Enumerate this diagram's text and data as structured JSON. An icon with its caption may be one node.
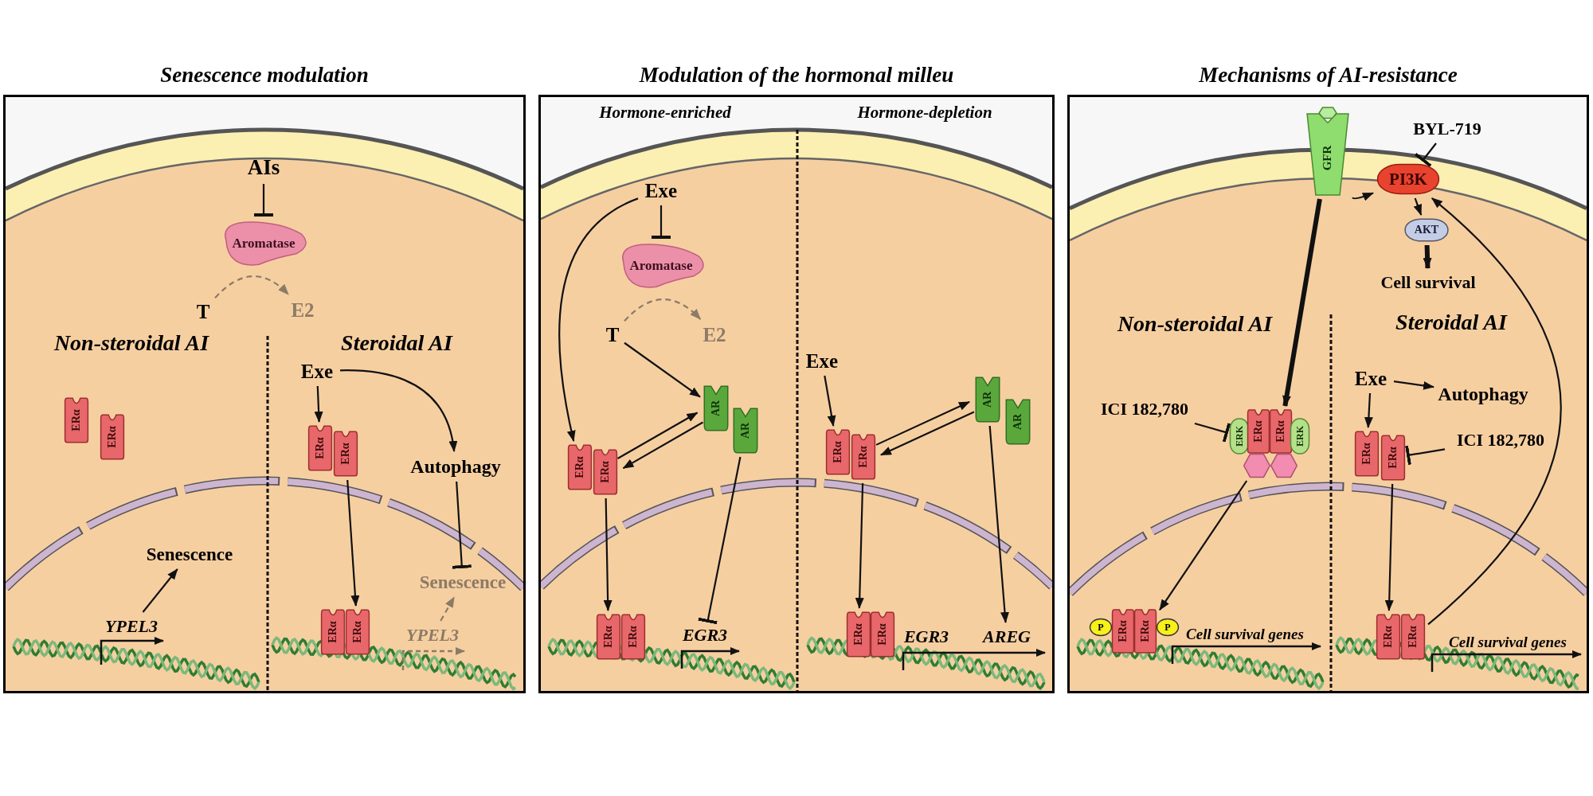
{
  "diagram": {
    "nodes": [
      {
        "text": [
          "Senescence modulation"
        ]
      },
      {
        "text": [
          "Modulation of the hormonal milleu"
        ]
      },
      {
        "text": [
          "Mechanisms of AI-resistance"
        ]
      },
      {
        "text": [
          "AIs"
        ],
        "in": 0
      },
      {
        "text": [
          "Aromatase"
        ],
        "in": 0
      },
      {
        "text": [
          "T"
        ],
        "in": 0
      },
      {
        "text": [
          "E2"
        ],
        "in": 0
      },
      {
        "text": [
          "Exe"
        ],
        "in": 0
      },
      {
        "text": [
          "ERα"
        ],
        "in": 0
      },
      {
        "text": [
          "ERα"
        ],
        "in": 0
      },
      {
        "text": [
          "ERα"
        ],
        "in": 0
      },
      {
        "text": [
          "ERα"
        ],
        "in": 0
      },
      {
        "text": [
          "Autophagy"
        ],
        "in": 0
      },
      {
        "text": [
          "Senescence"
        ],
        "in": 0
      },
      {
        "text": [
          "Senescence"
        ],
        "in": 0
      },
      {
        "text": [
          "ERα"
        ],
        "in": 0
      },
      {
        "text": [
          "ERα"
        ],
        "in": 0
      },
      {
        "text": [
          "YPEL3"
        ],
        "in": 0
      },
      {
        "text": [
          "YPEL3"
        ],
        "in": 0
      },
      {
        "text": [
          "Exe"
        ],
        "in": 1
      },
      {
        "text": [
          "Aromatase"
        ],
        "in": 1
      },
      {
        "text": [
          "T"
        ],
        "in": 1
      },
      {
        "text": [
          "E2"
        ],
        "in": 1
      },
      {
        "text": [
          "ERα"
        ],
        "in": 1
      },
      {
        "text": [
          "ERα"
        ],
        "in": 1
      },
      {
        "text": [
          "AR"
        ],
        "in": 1
      },
      {
        "text": [
          "AR"
        ],
        "in": 1
      },
      {
        "text": [
          "ERα"
        ],
        "in": 1
      },
      {
        "text": [
          "ERα"
        ],
        "in": 1
      },
      {
        "text": [
          "EGR3"
        ],
        "in": 1
      },
      {
        "text": [
          "Exe"
        ],
        "in": 1
      },
      {
        "text": [
          "ERα"
        ],
        "in": 1
      },
      {
        "text": [
          "ERα"
        ],
        "in": 1
      },
      {
        "text": [
          "AR"
        ],
        "in": 1
      },
      {
        "text": [
          "AR"
        ],
        "in": 1
      },
      {
        "text": [
          "ERα"
        ],
        "in": 1
      },
      {
        "text": [
          "ERα"
        ],
        "in": 1
      },
      {
        "text": [
          "EGR3"
        ],
        "in": 1
      },
      {
        "text": [
          "AREG"
        ],
        "in": 1
      },
      {
        "text": [
          "GFR"
        ],
        "in": 2
      },
      {
        "text": [
          "BYL-719"
        ],
        "in": 2
      },
      {
        "text": [
          "PI3K"
        ],
        "in": 2
      },
      {
        "text": [
          "AKT"
        ],
        "in": 2
      },
      {
        "text": [
          "Cell survival"
        ],
        "in": 2
      },
      {
        "text": [
          "ICI 182,780"
        ],
        "in": 2
      },
      {
        "text": [
          "ERK"
        ],
        "in": 2
      },
      {
        "text": [
          "ERα"
        ],
        "in": 2
      },
      {
        "text": [
          "ERα"
        ],
        "in": 2
      },
      {
        "text": [
          "ERK"
        ],
        "in": 2
      },
      {
        "text": [],
        "shape": "hexagon",
        "in": 2
      },
      {
        "text": [],
        "shape": "hexagon",
        "in": 2
      },
      {
        "text": [
          "P"
        ],
        "in": 2
      },
      {
        "text": [
          "ERα"
        ],
        "in": 2
      },
      {
        "text": [
          "ERα"
        ],
        "in": 2
      },
      {
        "text": [
          "P"
        ],
        "in": 2
      },
      {
        "text": [
          "Cell survival genes"
        ],
        "in": 2
      },
      {
        "text": [
          "Exe"
        ],
        "in": 2
      },
      {
        "text": [
          "Autophagy"
        ],
        "in": 2
      },
      {
        "text": [
          "ERα"
        ],
        "in": 2
      },
      {
        "text": [
          "ERα"
        ],
        "in": 2
      },
      {
        "text": [
          "ICI 182,780"
        ],
        "in": 2
      },
      {
        "text": [
          "ERα"
        ],
        "in": 2
      },
      {
        "text": [
          "ERα"
        ],
        "in": 2
      },
      {
        "text": [
          "Cell survival genes"
        ],
        "in": 2
      }
    ],
    "edges": [
      {
        "from": 3,
        "to": 4,
        "arrow": "other"
      },
      {
        "from": 5,
        "to": 6,
        "arrow": "to",
        "style": "dashed",
        "color": "#8c7b66"
      },
      {
        "from": 7,
        "to": 10,
        "arrow": "to"
      },
      {
        "from": 7,
        "to": 12,
        "arrow": "to"
      },
      {
        "from": 12,
        "to": 14,
        "arrow": "other"
      },
      {
        "from": 11,
        "to": 16,
        "arrow": "to"
      },
      {
        "from": 17,
        "to": 13,
        "arrow": "to"
      },
      {
        "from": 18,
        "to": 14,
        "arrow": "to",
        "style": "dashed",
        "color": "#8c7b66"
      },
      {
        "from": 19,
        "to": 20,
        "arrow": "other"
      },
      {
        "from": 21,
        "to": 22,
        "arrow": "to",
        "style": "dashed",
        "color": "#8c7b66"
      },
      {
        "from": 19,
        "to": 23,
        "arrow": "to"
      },
      {
        "from": 21,
        "to": 25,
        "arrow": "to"
      },
      {
        "from": 24,
        "to": 25,
        "arrow": "to"
      },
      {
        "from": 25,
        "to": 24,
        "arrow": "to"
      },
      {
        "from": 26,
        "to": 29,
        "arrow": "other"
      },
      {
        "from": 24,
        "to": 27,
        "arrow": "to"
      },
      {
        "from": 30,
        "to": 31,
        "arrow": "to"
      },
      {
        "from": 32,
        "to": 33,
        "arrow": "to"
      },
      {
        "from": 33,
        "to": 32,
        "arrow": "to"
      },
      {
        "from": 33,
        "to": 38,
        "arrow": "to"
      },
      {
        "from": 32,
        "to": 35,
        "arrow": "to"
      },
      {
        "from": 40,
        "to": 41,
        "arrow": "other"
      },
      {
        "from": 39,
        "to": 41,
        "arrow": "to"
      },
      {
        "from": 41,
        "to": 42,
        "arrow": "to"
      },
      {
        "from": 42,
        "to": 43,
        "arrow": "to",
        "style": "thick"
      },
      {
        "from": 39,
        "to": 47,
        "arrow": "to",
        "style": "thick"
      },
      {
        "from": 44,
        "to": 45,
        "arrow": "other"
      },
      {
        "from": 49,
        "to": 53,
        "arrow": "to"
      },
      {
        "from": 56,
        "to": 57,
        "arrow": "to"
      },
      {
        "from": 56,
        "to": 58,
        "arrow": "to"
      },
      {
        "from": 60,
        "to": 59,
        "arrow": "other"
      },
      {
        "from": 59,
        "to": 61,
        "arrow": "to"
      },
      {
        "from": 62,
        "to": 41,
        "arrow": "to"
      }
    ],
    "labels": [
      "Non-steroidal AI",
      "Steroidal AI",
      "Hormone-enriched",
      "Hormone-depletion",
      "Non-steroidal AI",
      "Steroidal AI"
    ]
  }
}
